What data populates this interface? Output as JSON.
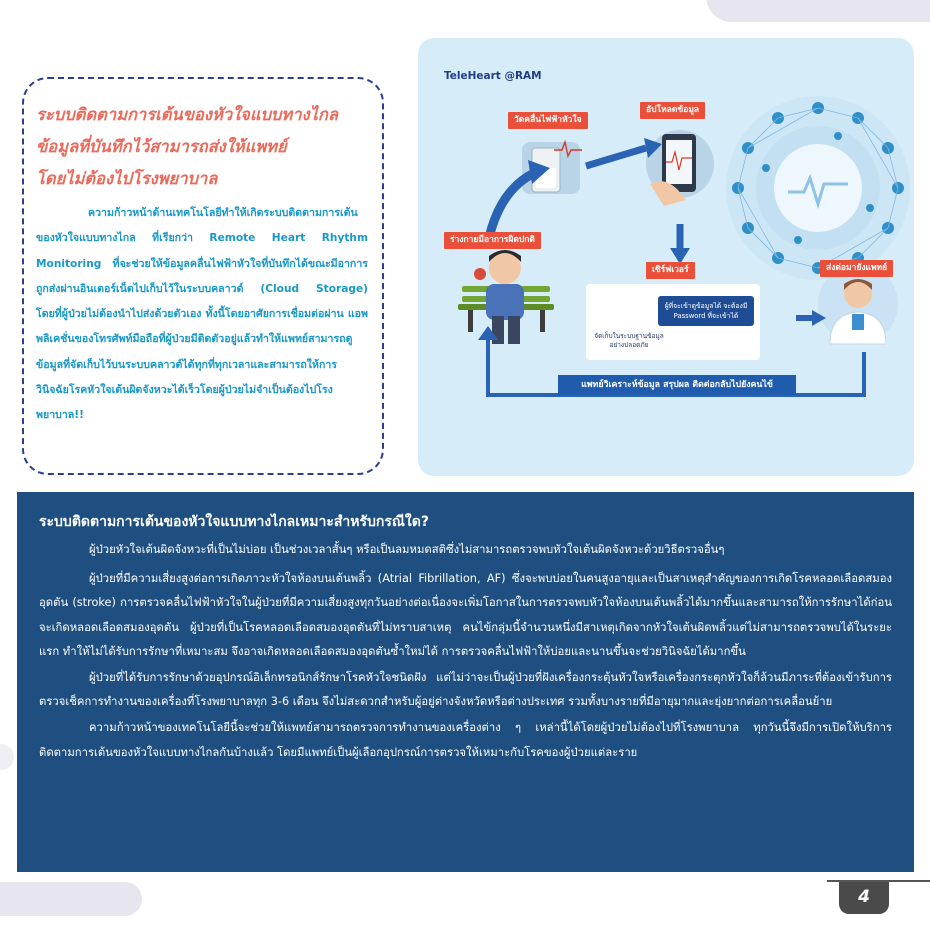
{
  "intro": {
    "title_lines": [
      "ระบบติดตามการเต้นของหัวใจแบบทางไกล",
      "ข้อมูลที่บันทึกไว้สามารถส่งให้แพทย์",
      "โดยไม่ต้องไปโรงพยาบาล"
    ],
    "body": "ความก้าวหน้าด้านเทคโนโลยีทำให้เกิดระบบติดตามการเต้นของหัวใจแบบทางไกล ที่เรียกว่า Remote Heart Rhythm Monitoring ที่จะช่วยให้ข้อมูลคลื่นไฟฟ้าหัวใจที่บันทึกได้ขณะมีอาการถูกส่งผ่านอินเตอร์เน็ตไปเก็บไว้ในระบบคลาวด์ (Cloud Storage) โดยที่ผู้ป่วยไม่ต้องนำไปส่งด้วยตัวเอง ทั้งนี้โดยอาศัยการเชื่อมต่อผ่าน แอพพลิเคชั่นของโทรศัพท์มือถือที่ผู้ป่วยมีติดตัวอยู่แล้วทำให้แพทย์สามารถดูข้อมูลที่จัดเก็บไว้บนระบบคลาวด์ได้ทุกที่ทุกเวลาและสามารถให้การวินิจฉัยโรคหัวใจเต้นผิดจังหวะได้เร็วโดยผู้ป่วยไม่จำเป็นต้องไปโรงพยาบาล!!"
  },
  "diagram": {
    "brand": "TeleHeart @RAM",
    "labels": {
      "ecg": "วัดคลื่นไฟฟ้าหัวใจ",
      "upload": "อัปโหลดข้อมูล",
      "abnormal": "ร่างกายมีอาการผิดปกติ",
      "server": "เซิร์ฟเวอร์",
      "doctor": "ส่งต่อมายังแพทย์"
    },
    "server_caption": "จัดเก็บในระบบฐานข้อมูลอย่างปลอดภัย",
    "server_note": "ผู้ที่จะเข้าดูข้อมูลได้ จะต้องมี Password ที่จะเข้าได้",
    "result_banner": "แพทย์วิเคราะห์ข้อมูล สรุปผล ติดต่อกลับไปยังคนไข้",
    "colors": {
      "tag": "#ea4f3a",
      "arrow": "#2a63b4",
      "panel": "#d6ecf9"
    }
  },
  "info": {
    "title": "ระบบติดตามการเต้นของหัวใจแบบทางไกลเหมาะสำหรับกรณีใด?",
    "paragraphs": [
      "ผู้ป่วยหัวใจเต้นผิดจังหวะที่เป็นไม่บ่อย เป็นช่วงเวลาสั้นๆ หรือเป็นลมหมดสติซึ่งไม่สามารถตรวจพบหัวใจเต้นผิดจังหวะด้วยวิธีตรวจอื่นๆ",
      "ผู้ป่วยที่มีความเสี่ยงสูงต่อการเกิดภาวะหัวใจห้องบนเต้นพลิ้ว (Atrial Fibrillation, AF) ซึ่งจะพบบ่อยในคนสูงอายุและเป็นสาเหตุสำคัญของการเกิดโรคหลอดเลือดสมองอุดตัน (stroke) การตรวจคลื่นไฟฟ้าหัวใจในผู้ป่วยที่มีความเสี่ยงสูงทุกวันอย่างต่อเนื่องจะเพิ่มโอกาสในการตรวจพบหัวใจห้องบนเต้นพลิ้วได้มากขึ้นและสามารถให้การรักษาได้ก่อนจะเกิดหลอดเลือดสมองอุดตัน ผู้ป่วยที่เป็นโรคหลอดเลือดสมองอุดตันที่ไม่ทราบสาเหตุ คนไข้กลุ่มนี้จำนวนหนึ่งมีสาเหตุเกิดจากหัวใจเต้นผิดพลิ้วแต่ไม่สามารถตรวจพบได้ในระยะแรก ทำให้ไม่ได้รับการรักษาที่เหมาะสม จึงอาจเกิดหลอดเลือดสมองอุดตันซ้ำใหม่ได้ การตรวจคลื่นไฟฟ้าให้บ่อยและนานขึ้นจะช่วยวินิจฉัยได้มากขึ้น",
      "ผู้ป่วยที่ได้รับการรักษาด้วยอุปกรณ์อิเล็กทรอนิกส์รักษาโรคหัวใจชนิดฝัง แต่ไม่ว่าจะเป็นผู้ป่วยที่ฝังเครื่องกระตุ้นหัวใจหรือเครื่องกระตุกหัวใจก็ล้วนมีภาระที่ต้องเข้ารับการตรวจเช็คการทำงานของเครื่องที่โรงพยาบาลทุก 3-6 เดือน จึงไม่สะดวกสำหรับผู้อยู่ต่างจังหวัดหรือต่างประเทศ รวมทั้งบางรายที่มีอายุมากและยุ่งยากต่อการเคลื่อนย้าย",
      "ความก้าวหน้าของเทคโนโลยีนี้จะช่วยให้แพทย์สามารถตรวจการทำงานของเครื่องต่าง ๆ เหล่านี้ได้โดยผู้ป่วยไม่ต้องไปที่โรงพยาบาล ทุกวันนี้จึงมีการเปิดให้บริการติดตามการเต้นของหัวใจแบบทางไกลกันบ้างแล้ว โดยมีแพทย์เป็นผู้เลือกอุปกรณ์การตรวจให้เหมาะกับโรคของผู้ป่วยแต่ละราย"
    ]
  },
  "page": {
    "number": "4"
  }
}
